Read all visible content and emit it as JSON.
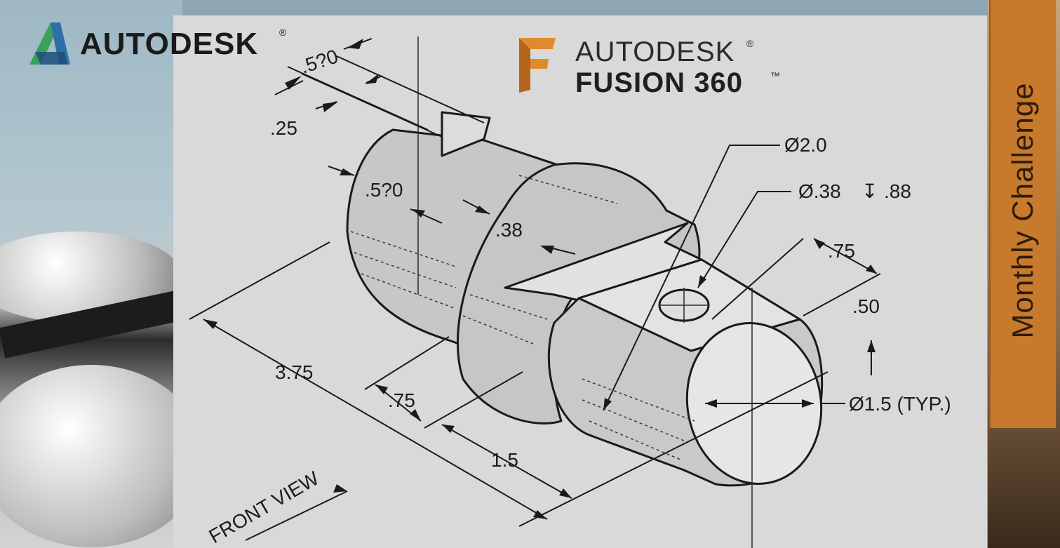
{
  "header": {
    "brand": "AUTODESK",
    "product_line1": "AUTODESK",
    "product_line2": "FUSION 360",
    "product_tm": "™",
    "brand_reg": "®"
  },
  "banner": {
    "text": "Monthly Challenge",
    "color": "#c77a2c"
  },
  "drawing": {
    "labels": {
      "dim_slot_top": ".5?0",
      "dim_quarter": ".25",
      "dim_slot_side": ".5?0",
      "dim_38": ".38",
      "dim_dia_2": "Ø2.0",
      "dim_hole": "Ø.38",
      "dim_hole_depth_symbol": "↧",
      "dim_hole_depth": ".88",
      "dim_75_right": ".75",
      "dim_50": ".50",
      "dim_dia_15": "Ø1.5 (TYP.)",
      "dim_375": "3.75",
      "dim_75_bottom": ".75",
      "dim_15": "1.5",
      "front_view": "FRONT VIEW"
    }
  },
  "icons": {
    "autodesk_logo": "autodesk-a-logo-icon",
    "fusion_logo": "fusion-f-logo-icon"
  }
}
